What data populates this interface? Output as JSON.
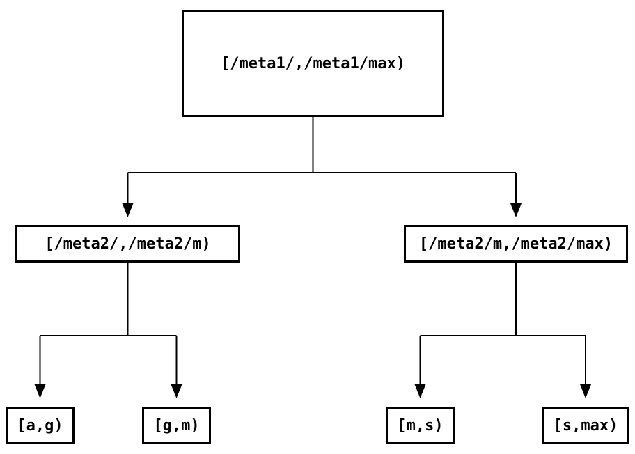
{
  "diagram": {
    "type": "tree",
    "nodes": [
      {
        "id": "root",
        "label": "[/meta1/,/meta1/max)"
      },
      {
        "id": "meta2-low",
        "label": "[/meta2/,/meta2/m)"
      },
      {
        "id": "meta2-high",
        "label": "[/meta2/m,/meta2/max)"
      },
      {
        "id": "leaf-a-g",
        "label": "[a,g)"
      },
      {
        "id": "leaf-g-m",
        "label": "[g,m)"
      },
      {
        "id": "leaf-m-s",
        "label": "[m,s)"
      },
      {
        "id": "leaf-s-max",
        "label": "[s,max)"
      }
    ],
    "edges": [
      {
        "from": "root",
        "to": "meta2-low"
      },
      {
        "from": "root",
        "to": "meta2-high"
      },
      {
        "from": "meta2-low",
        "to": "leaf-a-g"
      },
      {
        "from": "meta2-low",
        "to": "leaf-g-m"
      },
      {
        "from": "meta2-high",
        "to": "leaf-m-s"
      },
      {
        "from": "meta2-high",
        "to": "leaf-s-max"
      }
    ],
    "colors": {
      "background": "#ffffff",
      "line": "#000000",
      "box_border": "#000000",
      "text": "#000000"
    }
  }
}
